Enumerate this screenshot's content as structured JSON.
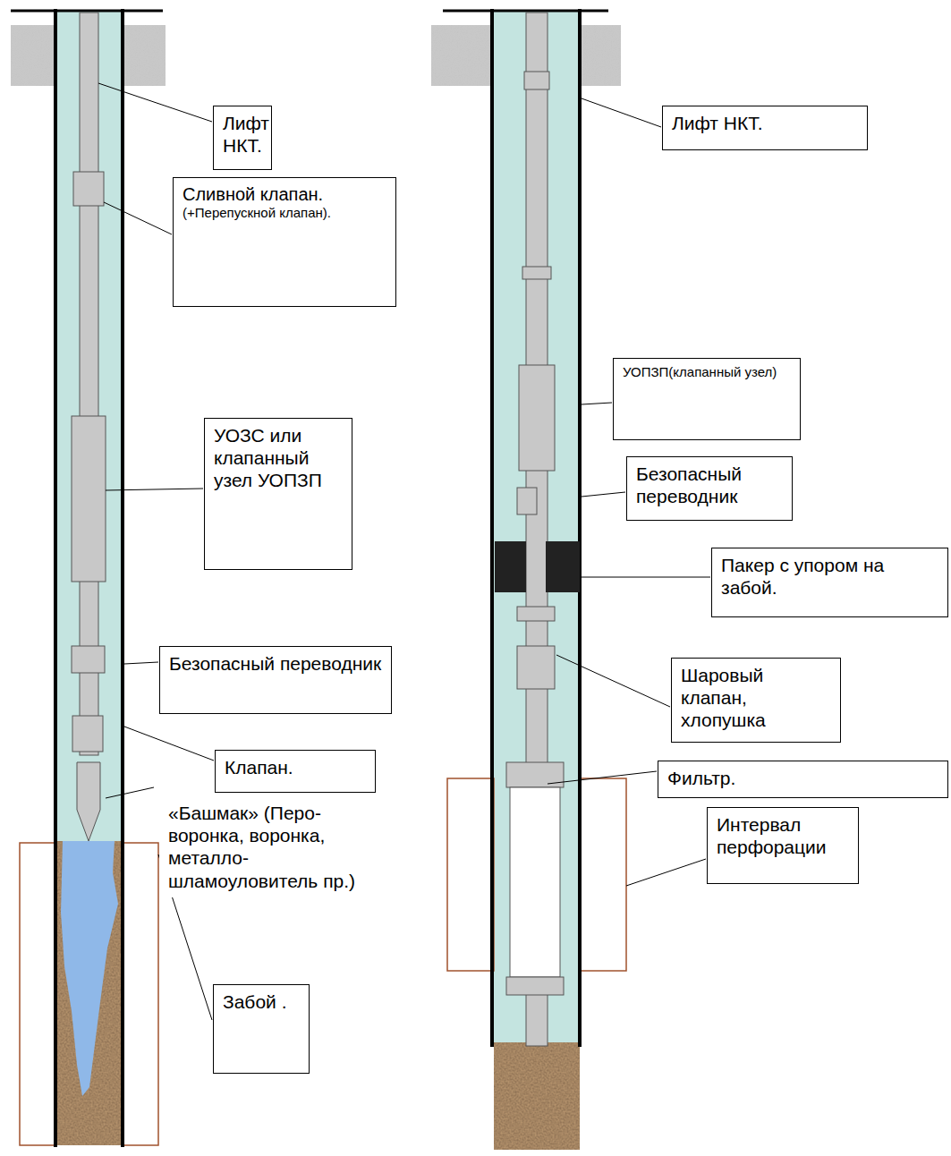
{
  "diagram": {
    "nodes": [
      {
        "text": [
          "Лифт НКТ."
        ]
      },
      {
        "text": [
          "Сливной клапан.",
          "(+Перепускной клапан)."
        ]
      },
      {
        "text": [
          "УОЗС или клапанный узел УОПЗП"
        ]
      },
      {
        "text": [
          "Безопасный переводник"
        ]
      },
      {
        "text": [
          "Клапан."
        ]
      },
      {
        "text": [
          "«Башмак» (Перо-воронка, воронка, металло-шламоуловитель пр.)"
        ]
      },
      {
        "text": [
          "Забой ."
        ]
      },
      {
        "text": [
          "Лифт НКТ."
        ]
      },
      {
        "text": [
          "УОПЗП(клапанный узел)"
        ]
      },
      {
        "text": [
          "Безопасный переводник"
        ]
      },
      {
        "text": [
          "Пакер с упором на забой."
        ]
      },
      {
        "text": [
          "Шаровый клапан, хлопушка"
        ]
      },
      {
        "text": [
          "Фильтр."
        ]
      },
      {
        "text": [
          "Интервал перфорации"
        ]
      }
    ]
  }
}
